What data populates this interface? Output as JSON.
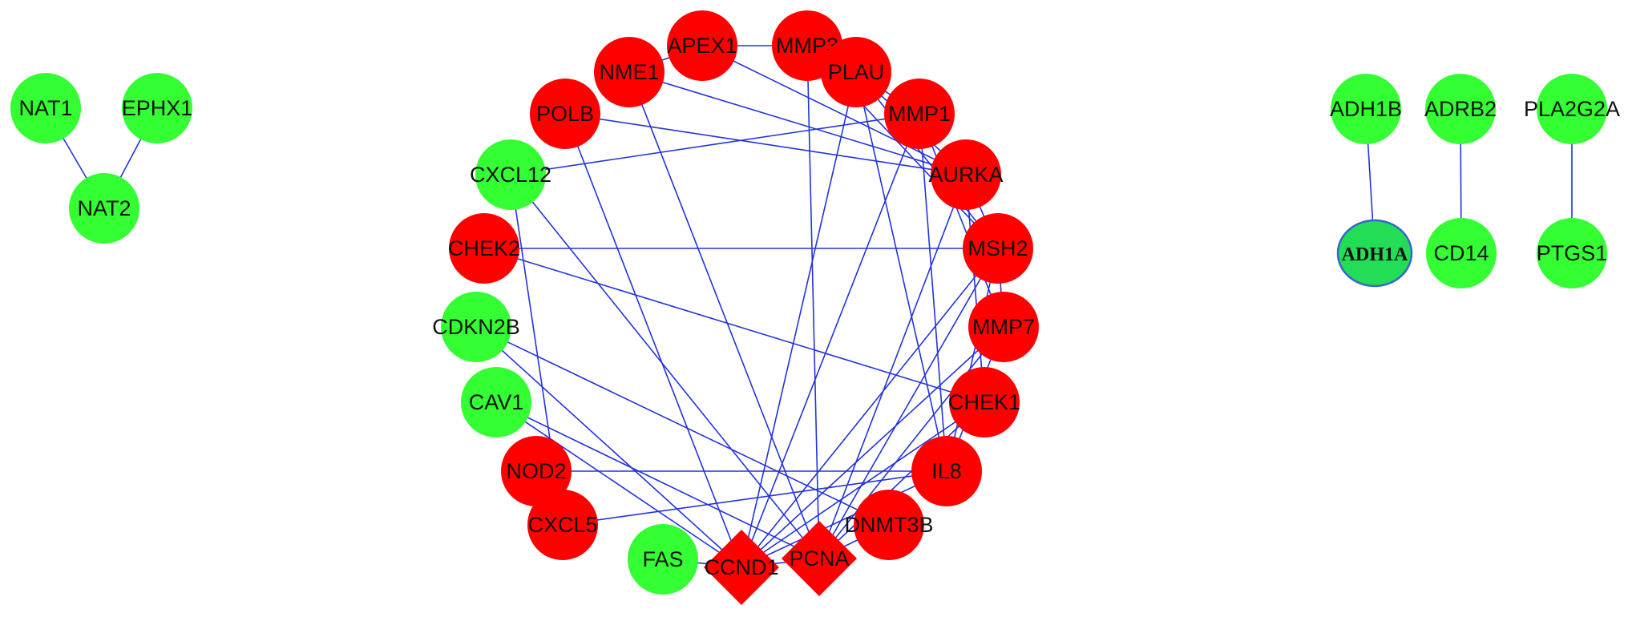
{
  "colors": {
    "up_regulated": "#ff0000",
    "down_regulated": "#33ff33",
    "highlight_fill": "#22dd55",
    "highlight_stroke": "#3366cc",
    "edge": "#2233dd",
    "label": "#111111"
  },
  "nodes": [
    {
      "id": "NAT1",
      "label": "NAT1",
      "color": "down",
      "shape": "circle"
    },
    {
      "id": "EPHX1",
      "label": "EPHX1",
      "color": "down",
      "shape": "circle"
    },
    {
      "id": "NAT2",
      "label": "NAT2",
      "color": "down",
      "shape": "circle"
    },
    {
      "id": "APEX1",
      "label": "APEX1",
      "color": "up",
      "shape": "circle"
    },
    {
      "id": "MMP3",
      "label": "MMP3",
      "color": "up",
      "shape": "circle"
    },
    {
      "id": "NME1",
      "label": "NME1",
      "color": "up",
      "shape": "circle"
    },
    {
      "id": "PLAU",
      "label": "PLAU",
      "color": "up",
      "shape": "circle"
    },
    {
      "id": "MMP1",
      "label": "MMP1",
      "color": "up",
      "shape": "circle"
    },
    {
      "id": "POLB",
      "label": "POLB",
      "color": "up",
      "shape": "circle"
    },
    {
      "id": "CXCL12",
      "label": "CXCL12",
      "color": "down",
      "shape": "circle"
    },
    {
      "id": "AURKA",
      "label": "AURKA",
      "color": "up",
      "shape": "circle"
    },
    {
      "id": "CHEK2",
      "label": "CHEK2",
      "color": "up",
      "shape": "circle"
    },
    {
      "id": "MSH2",
      "label": "MSH2",
      "color": "up",
      "shape": "circle"
    },
    {
      "id": "CDKN2B",
      "label": "CDKN2B",
      "color": "down",
      "shape": "circle"
    },
    {
      "id": "MMP7",
      "label": "MMP7",
      "color": "up",
      "shape": "circle"
    },
    {
      "id": "CAV1",
      "label": "CAV1",
      "color": "down",
      "shape": "circle"
    },
    {
      "id": "CHEK1",
      "label": "CHEK1",
      "color": "up",
      "shape": "circle"
    },
    {
      "id": "NOD2",
      "label": "NOD2",
      "color": "up",
      "shape": "circle"
    },
    {
      "id": "IL8",
      "label": "IL8",
      "color": "up",
      "shape": "circle"
    },
    {
      "id": "CXCL5",
      "label": "CXCL5",
      "color": "up",
      "shape": "circle"
    },
    {
      "id": "DNMT3B",
      "label": "DNMT3B",
      "color": "up",
      "shape": "circle"
    },
    {
      "id": "FAS",
      "label": "FAS",
      "color": "down",
      "shape": "circle"
    },
    {
      "id": "CCND1",
      "label": "CCND1",
      "color": "up",
      "shape": "diamond"
    },
    {
      "id": "PCNA",
      "label": "PCNA",
      "color": "up",
      "shape": "diamond"
    },
    {
      "id": "ADH1B",
      "label": "ADH1B",
      "color": "down",
      "shape": "circle"
    },
    {
      "id": "ADRB2",
      "label": "ADRB2",
      "color": "down",
      "shape": "circle"
    },
    {
      "id": "PLA2G2A",
      "label": "PLA2G2A",
      "color": "down",
      "shape": "circle"
    },
    {
      "id": "ADH1A",
      "label": "ADH1A",
      "color": "highlight",
      "shape": "ellipse",
      "bold": true
    },
    {
      "id": "CD14",
      "label": "CD14",
      "color": "down",
      "shape": "circle"
    },
    {
      "id": "PTGS1",
      "label": "PTGS1",
      "color": "down",
      "shape": "circle"
    }
  ],
  "edges": [
    [
      "NAT1",
      "NAT2"
    ],
    [
      "EPHX1",
      "NAT2"
    ],
    [
      "ADH1B",
      "ADH1A"
    ],
    [
      "ADRB2",
      "CD14"
    ],
    [
      "PLA2G2A",
      "PTGS1"
    ],
    [
      "NME1",
      "APEX1"
    ],
    [
      "APEX1",
      "MMP3"
    ],
    [
      "MMP3",
      "PLAU"
    ],
    [
      "PLAU",
      "MMP1"
    ],
    [
      "APEX1",
      "AURKA"
    ],
    [
      "MMP3",
      "MSH2"
    ],
    [
      "NME1",
      "AURKA"
    ],
    [
      "POLB",
      "AURKA"
    ],
    [
      "CXCL12",
      "MMP1"
    ],
    [
      "CHEK2",
      "MSH2"
    ],
    [
      "CHEK2",
      "CHEK1"
    ],
    [
      "CDKN2B",
      "DNMT3B"
    ],
    [
      "CDKN2B",
      "CCND1"
    ],
    [
      "CAV1",
      "CCND1"
    ],
    [
      "CAV1",
      "PCNA"
    ],
    [
      "NOD2",
      "IL8"
    ],
    [
      "CXCL12",
      "CXCL5"
    ],
    [
      "CXCL12",
      "PCNA"
    ],
    [
      "POLB",
      "CCND1"
    ],
    [
      "NME1",
      "PCNA"
    ],
    [
      "MMP3",
      "PCNA"
    ],
    [
      "PLAU",
      "CCND1"
    ],
    [
      "PLAU",
      "IL8"
    ],
    [
      "PLAU",
      "AURKA"
    ],
    [
      "PLAU",
      "MSH2"
    ],
    [
      "MMP1",
      "CCND1"
    ],
    [
      "MMP1",
      "IL8"
    ],
    [
      "MMP1",
      "MMP7"
    ],
    [
      "AURKA",
      "PCNA"
    ],
    [
      "AURKA",
      "CHEK1"
    ],
    [
      "AURKA",
      "MSH2"
    ],
    [
      "MSH2",
      "PCNA"
    ],
    [
      "MSH2",
      "CCND1"
    ],
    [
      "MSH2",
      "IL8"
    ],
    [
      "MSH2",
      "MMP7"
    ],
    [
      "MMP7",
      "PCNA"
    ],
    [
      "MMP7",
      "CCND1"
    ],
    [
      "MMP7",
      "IL8"
    ],
    [
      "CHEK1",
      "PCNA"
    ],
    [
      "CHEK1",
      "CCND1"
    ],
    [
      "IL8",
      "CCND1"
    ],
    [
      "DNMT3B",
      "PCNA"
    ],
    [
      "CXCL5",
      "IL8"
    ],
    [
      "CCND1",
      "PCNA"
    ],
    [
      "FAS",
      "CCND1"
    ]
  ]
}
